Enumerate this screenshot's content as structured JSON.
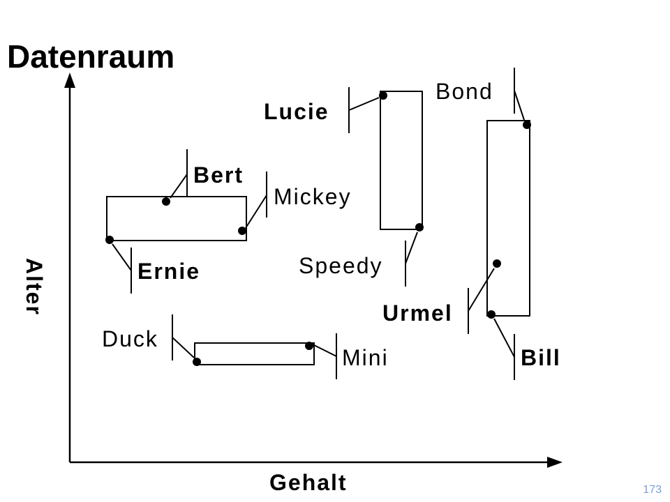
{
  "slide": {
    "title": "Datenraum",
    "page_number": "173"
  },
  "axes": {
    "x_label": "Gehalt",
    "y_label": "Alter"
  },
  "labels": {
    "lucie": "Lucie",
    "bond": "Bond",
    "bert": "Bert",
    "mickey": "Mickey",
    "ernie": "Ernie",
    "speedy": "Speedy",
    "urmel": "Urmel",
    "duck": "Duck",
    "mini": "Mini",
    "bill": "Bill"
  },
  "colors": {
    "ink": "#000000",
    "page_number": "#7f9fcf"
  }
}
